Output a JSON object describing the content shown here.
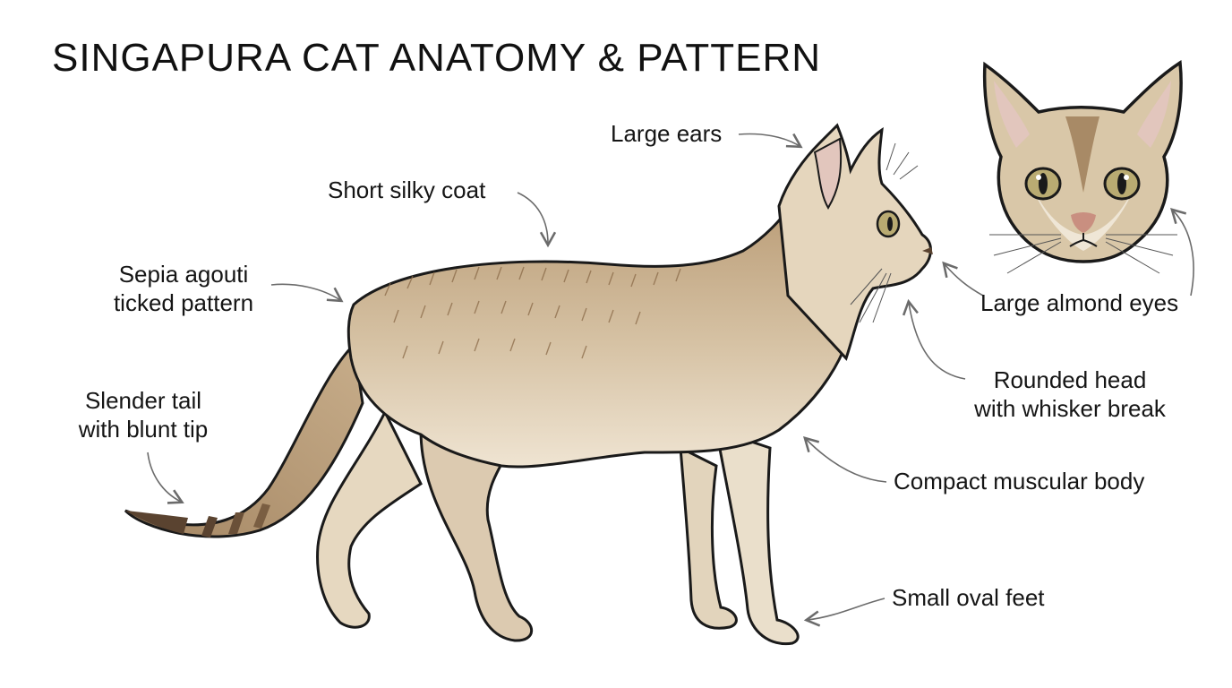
{
  "title": "SINGAPURA CAT ANATOMY & PATTERN",
  "labels": {
    "large_ears": "Large ears",
    "short_silky_coat": "Short silky coat",
    "sepia_line1": "Sepia agouti",
    "sepia_line2": "ticked pattern",
    "tail_line1": "Slender tail",
    "tail_line2": "with blunt tip",
    "almond_eyes": "Large almond eyes",
    "head_line1": "Rounded head",
    "head_line2": "with whisker break",
    "compact_body": "Compact muscular body",
    "oval_feet": "Small oval feet"
  },
  "colors": {
    "coat": "#c9b08f",
    "coat_light": "#e8dcc6",
    "ticking": "#8a6a48",
    "outline": "#1a1a1a",
    "ear_inner": "#e2c6bd",
    "eye": "#b9ab72",
    "nose": "#c98f80",
    "arrow": "#6b6b6b"
  }
}
